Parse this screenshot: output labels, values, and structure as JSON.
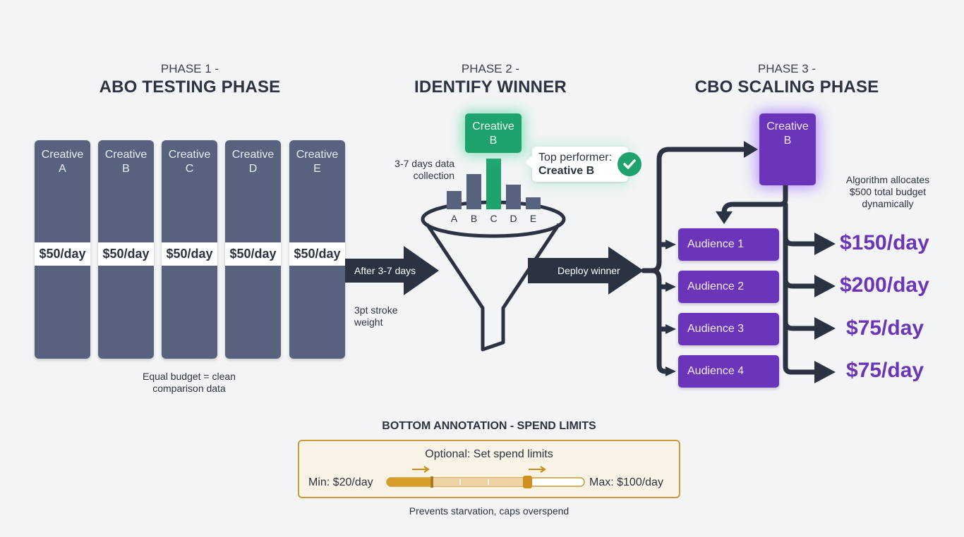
{
  "phases": [
    {
      "num": "PHASE 1 -",
      "title": "ABO TESTING PHASE"
    },
    {
      "num": "PHASE 2 -",
      "title": "IDENTIFY WINNER"
    },
    {
      "num": "PHASE 3 -",
      "title": "CBO SCALING PHASE"
    }
  ],
  "creatives": [
    {
      "line1": "Creative",
      "line2": "A",
      "budget": "$50/day"
    },
    {
      "line1": "Creative",
      "line2": "B",
      "budget": "$50/day"
    },
    {
      "line1": "Creative",
      "line2": "C",
      "budget": "$50/day"
    },
    {
      "line1": "Creative",
      "line2": "D",
      "budget": "$50/day"
    },
    {
      "line1": "Creative",
      "line2": "E",
      "budget": "$50/day"
    }
  ],
  "phase1_note": {
    "line1": "Equal budget = clean",
    "line2": "comparison data"
  },
  "arrow1_label": "After 3-7 days",
  "stroke_note": {
    "line1": "3pt stroke",
    "line2": "weight"
  },
  "phase2": {
    "winner_line1": "Creative",
    "winner_line2": "B",
    "collection_line1": "3-7 days data",
    "collection_line2": "collection",
    "callout_line1": "Top performer:",
    "callout_line2": "Creative B",
    "bar_labels": [
      "A",
      "B",
      "C",
      "D",
      "E"
    ],
    "bar_values": [
      26,
      50,
      72,
      35,
      17
    ]
  },
  "arrow2_label": "Deploy winner",
  "phase3": {
    "creative_line1": "Creative",
    "creative_line2": "B",
    "algo_line1": "Algorithm allocates",
    "algo_line2": "$500 total budget",
    "algo_line3": "dynamically",
    "audiences": [
      {
        "label": "Audience 1",
        "budget": "$150/day"
      },
      {
        "label": "Audience 2",
        "budget": "$200/day"
      },
      {
        "label": "Audience 3",
        "budget": "$75/day"
      },
      {
        "label": "Audience 4",
        "budget": "$75/day"
      }
    ]
  },
  "bottom": {
    "heading": "BOTTOM ANNOTATION - SPEND LIMITS",
    "optional": "Optional: Set spend limits",
    "min": "Min: $20/day",
    "max": "Max: $100/day",
    "footer": "Prevents starvation, caps overspend",
    "min_value": 20,
    "max_value": 100
  },
  "colors": {
    "slate": "#57637e",
    "dark": "#2b3342",
    "green": "#1fa36e",
    "purple": "#6a35b8",
    "gold": "#c99a3b"
  }
}
